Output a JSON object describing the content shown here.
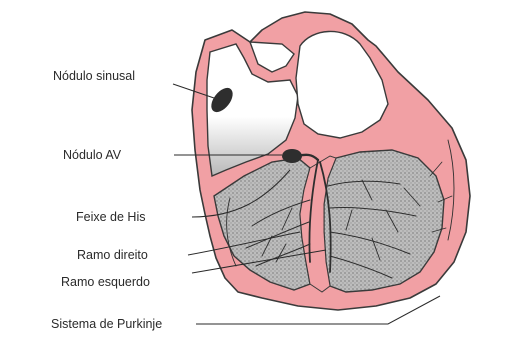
{
  "diagram": {
    "labels": {
      "sa_node": "Nódulo sinusal",
      "av_node": "Nódulo AV",
      "bundle_his": "Feixe de His",
      "right_branch": "Ramo direito",
      "left_branch": "Ramo esquerdo",
      "purkinje": "Sistema de Purkinje"
    },
    "colors": {
      "myocardium": "#f1a0a4",
      "outline": "#3a3a3a",
      "chamber_shade": "#9e9e9e",
      "node": "#2e2e2e",
      "leader": "#2a2a2a"
    }
  }
}
